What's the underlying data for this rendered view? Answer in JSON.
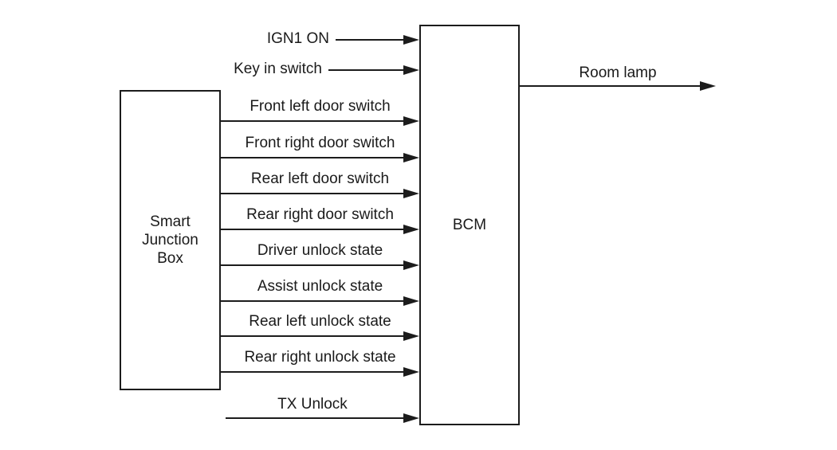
{
  "diagram": {
    "type": "block-wiring-diagram",
    "colors": {
      "line": "#1c1c1c",
      "text": "#1a1a1a",
      "background": "#ffffff"
    },
    "boxes": {
      "smart_junction_box": {
        "label": "Smart\nJunction\nBox"
      },
      "bcm": {
        "label": "BCM"
      }
    },
    "top_inputs": [
      "IGN1 ON",
      "Key in switch"
    ],
    "sjb_to_bcm_signals": [
      "Front left door switch",
      "Front right door switch",
      "Rear left door switch",
      "Rear right door switch",
      "Driver unlock state",
      "Assist unlock state",
      "Rear left unlock state",
      "Rear right unlock state"
    ],
    "bottom_input": "TX Unlock",
    "output": "Room lamp"
  }
}
